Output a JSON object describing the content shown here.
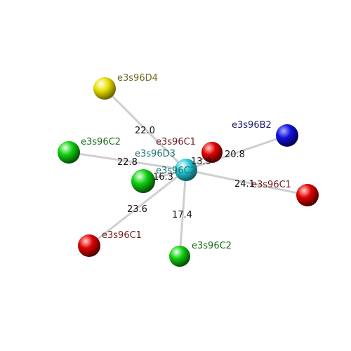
{
  "center": {
    "label": "e3s96C2",
    "color": "#27c9d6",
    "label_color": "#1f6f6f"
  },
  "neighbors": [
    {
      "id": "d4",
      "label": "e3s96D4",
      "color": "#e8e000",
      "label_color": "#6b6b24",
      "distance": "22.0"
    },
    {
      "id": "b2",
      "label": "e3s96B2",
      "color": "#1010e0",
      "label_color": "#1c1c6e",
      "distance": "20.8"
    },
    {
      "id": "c2a",
      "label": "e3s96C2",
      "color": "#10d010",
      "label_color": "#1e6b1e",
      "distance": "22.8"
    },
    {
      "id": "c1a",
      "label": "e3s96C1",
      "color": "#e00000",
      "label_color": "#6e1c1c",
      "distance": "13.9"
    },
    {
      "id": "d3",
      "label": "e3s96D3",
      "color": "#10d010",
      "label_color": "#1f6f6f",
      "distance": "16.3"
    },
    {
      "id": "c1b",
      "label": "e3s96C1",
      "color": "#e00000",
      "label_color": "#6e1c1c",
      "distance": "24.1"
    },
    {
      "id": "c1c",
      "label": "e3s96C1",
      "color": "#e00000",
      "label_color": "#6e1c1c",
      "distance": "23.6"
    },
    {
      "id": "c2b",
      "label": "e3s96C2",
      "color": "#10d010",
      "label_color": "#1e6b1e",
      "distance": "17.4"
    }
  ]
}
